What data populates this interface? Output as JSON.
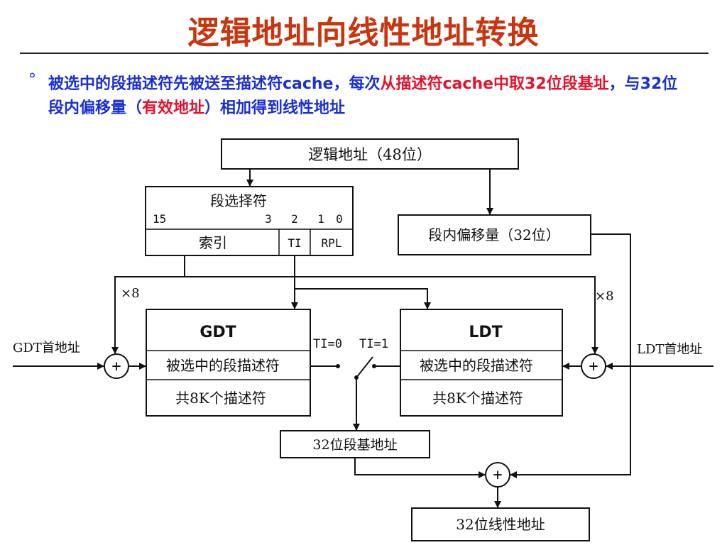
{
  "title": "逻辑地址向线性地址转换",
  "bullet": {
    "mark": "°",
    "part1": "被选中的段描述符先被送至描述符cache，每次",
    "part2": "从描述符cache中取32位段基址",
    "part3": "，与32位段内偏移量（",
    "part4": "有效地址",
    "part5": "）相加得到线性地址"
  },
  "diagram": {
    "logical_address": "逻辑地址（48位）",
    "selector": {
      "title": "段选择符",
      "bit15": "15",
      "bit3": "3",
      "bit2": "2",
      "bit1": "1",
      "bit0": "0",
      "index": "索引",
      "ti": "TI",
      "rpl": "RPL"
    },
    "offset": "段内偏移量（32位）",
    "x8_left": "×8",
    "x8_right": "×8",
    "gdt": {
      "name": "GDT",
      "selected": "被选中的段描述符",
      "total": "共8K个描述符"
    },
    "ldt": {
      "name": "LDT",
      "selected": "被选中的段描述符",
      "total": "共8K个描述符"
    },
    "gdt_base": "GDT首地址",
    "ldt_base": "LDT首地址",
    "ti0": "TI=0",
    "ti1": "TI=1",
    "plus": "+",
    "segment_base": "32位段基地址",
    "linear_address": "32位线性地址"
  }
}
